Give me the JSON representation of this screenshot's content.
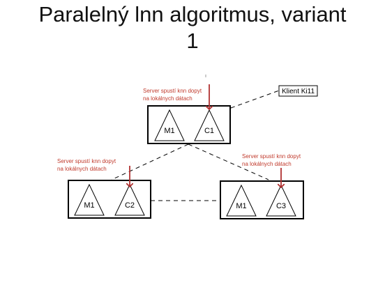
{
  "title": {
    "line1": "Paralelný lnn algoritmus, variant",
    "line2": "1"
  },
  "client_label": "Klient Ki11",
  "annotation_text": {
    "line1": "Server spustí knn dopyt",
    "line2": "na lokálnych dátach"
  },
  "servers": [
    {
      "id": "top",
      "m_label": "M1",
      "c_label": "C1"
    },
    {
      "id": "left",
      "m_label": "M1",
      "c_label": "C2"
    },
    {
      "id": "right",
      "m_label": "M1",
      "c_label": "C3"
    }
  ],
  "colors": {
    "annotation": "#c0392b",
    "arrow": "#b03030",
    "line": "#000000"
  }
}
